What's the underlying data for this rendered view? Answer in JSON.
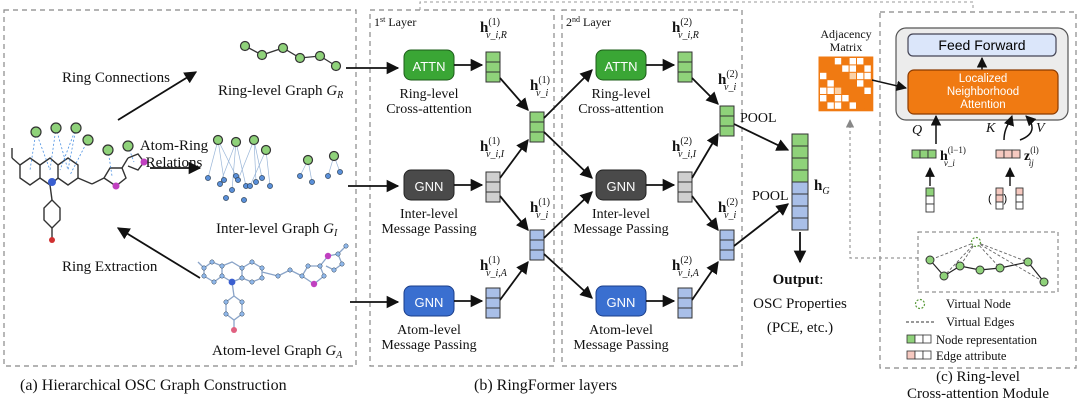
{
  "panel_a": {
    "ring_connections": "Ring Connections",
    "atom_ring_1": "Atom-Ring",
    "atom_ring_2": "Relations",
    "ring_extraction": "Ring Extraction",
    "ring_graph": "Ring-level Graph",
    "ring_graph_sym": "G",
    "ring_graph_sub": "R",
    "inter_graph": "Inter-level Graph",
    "inter_graph_sym": "G",
    "inter_graph_sub": "I",
    "atom_graph": "Atom-level Graph",
    "atom_graph_sym": "G",
    "atom_graph_sub": "A",
    "caption": "(a) Hierarchical OSC Graph Construction"
  },
  "panel_b": {
    "layer1": "1st Layer",
    "layer2": "2nd Layer",
    "attn": "ATTN",
    "gnn": "GNN",
    "ring_ca_1": "Ring-level",
    "ring_ca_2": "Cross-attention",
    "inter_mp_1": "Inter-level",
    "inter_mp_2": "Message Passing",
    "atom_mp_1": "Atom-level",
    "atom_mp_2": "Message Passing",
    "h": "h",
    "sup1": "(1)",
    "sup2": "(2)",
    "sub_r": "v_i,R",
    "sub_i": "v_i,I",
    "sub_a": "v_i,A",
    "sub_v": "v_i",
    "pool": "POOL",
    "hg": "h",
    "hg_sub": "G",
    "output_label": "Output",
    "output_colon": ":",
    "output_2": "OSC Properties",
    "output_3": "(PCE, etc.)",
    "caption": "(b) RingFormer layers"
  },
  "panel_c": {
    "adjacency_1": "Adjacency",
    "adjacency_2": "Matrix",
    "feed_forward": "Feed Forward",
    "localized_1": "Localized",
    "localized_2": "Neighborhood",
    "localized_3": "Attention",
    "q": "Q",
    "k": "K",
    "v": "V",
    "h_sup": "(l−1)",
    "z": "z",
    "z_sub": "ij",
    "z_sup": "(l)",
    "legend_virtual_node": "Virtual Node",
    "legend_virtual_edges": "Virtual Edges",
    "legend_node_rep": "Node representation",
    "legend_edge_attr": "Edge attribute",
    "caption_1": "(c) Ring-level",
    "caption_2": "Cross-attention Module"
  },
  "colors": {
    "attn_green": "#3aa635",
    "gnn_dark": "#4a4a4a",
    "gnn_blue": "#3a6fd0",
    "vec_green": "#8fd27a",
    "vec_gray": "#cfcfcf",
    "vec_blue": "#a9bfe8",
    "vec_pink": "#f6c9c0",
    "orange": "#f07a12",
    "ff_blue": "#dbe6fa"
  }
}
